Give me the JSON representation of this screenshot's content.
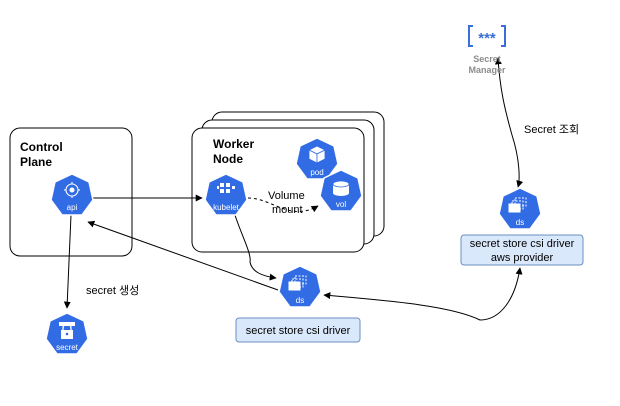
{
  "control_plane": {
    "title_line1": "Control",
    "title_line2": "Plane",
    "api_label": "api"
  },
  "worker_node": {
    "title_line1": "Worker",
    "title_line2": "Node",
    "kubelet_label": "kubelet",
    "pod_label": "pod",
    "vol_label": "vol"
  },
  "volume_mount": {
    "line1": "Volume",
    "line2": "mount"
  },
  "secret_create_label": "secret 생성",
  "secret_icon_label": "secret",
  "ds_node_label": "ds",
  "ds_provider_label": "ds",
  "csi_driver_label": "secret store csi driver",
  "aws_provider": {
    "line1": "secret store csi driver",
    "line2": "aws provider"
  },
  "secret_lookup_label": "Secret 조회",
  "secret_manager": {
    "stars": "***",
    "line1": "Secret",
    "line2": "Manager"
  },
  "colors": {
    "k8s_blue": "#326ce5",
    "panel_fill": "#dae8fc",
    "panel_stroke": "#6c8ebf",
    "sm_blue": "#3b6fd6",
    "sm_text": "#8c8c8c"
  }
}
